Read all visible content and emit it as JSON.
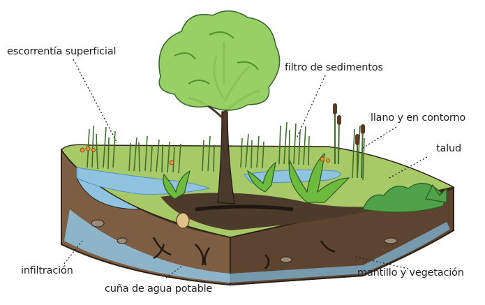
{
  "labels": {
    "surface_runoff": "escorrentía superficial",
    "sediment_filter": "filtro de sedimentos",
    "level_contour": "llano y en contorno",
    "slope": "talud",
    "infiltration": "infiltración",
    "freshwater_wedge": "cuña de agua potable",
    "mulch_vegetation": "mantillo y vegetación"
  },
  "colors": {
    "soil_dark": "#5a4330",
    "soil_mid": "#7a5c40",
    "grass": "#9ec25a",
    "grass_dark": "#5f8f38",
    "water": "#8fc3e0",
    "water_dark": "#4f8fbf",
    "leaf": "#6dbb3e",
    "trunk": "#4a3a2c"
  }
}
